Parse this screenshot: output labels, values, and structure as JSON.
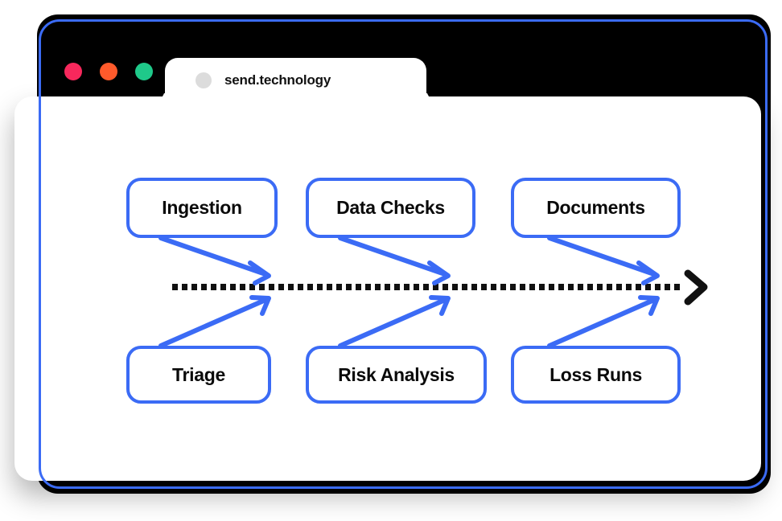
{
  "window": {
    "frame_color": "#3b6bf5",
    "backdrop_color": "#000000",
    "traffic_lights": [
      {
        "name": "close",
        "color": "#f7285c"
      },
      {
        "name": "minimize",
        "color": "#ff5a2b"
      },
      {
        "name": "maximize",
        "color": "#1fc98a"
      }
    ]
  },
  "tab": {
    "title": "send.technology",
    "favicon": "site-favicon-circle"
  },
  "diagram": {
    "type": "fishbone-process-flow",
    "accent_color": "#3b6bf5",
    "spine_color": "#111111",
    "spine_style": "dotted",
    "spine_terminator": "chevron-arrow",
    "top_nodes": [
      {
        "id": "ingestion",
        "label": "Ingestion"
      },
      {
        "id": "data-checks",
        "label": "Data Checks"
      },
      {
        "id": "documents",
        "label": "Documents"
      }
    ],
    "bottom_nodes": [
      {
        "id": "triage",
        "label": "Triage"
      },
      {
        "id": "risk-analysis",
        "label": "Risk Analysis"
      },
      {
        "id": "loss-runs",
        "label": "Loss Runs"
      }
    ]
  }
}
